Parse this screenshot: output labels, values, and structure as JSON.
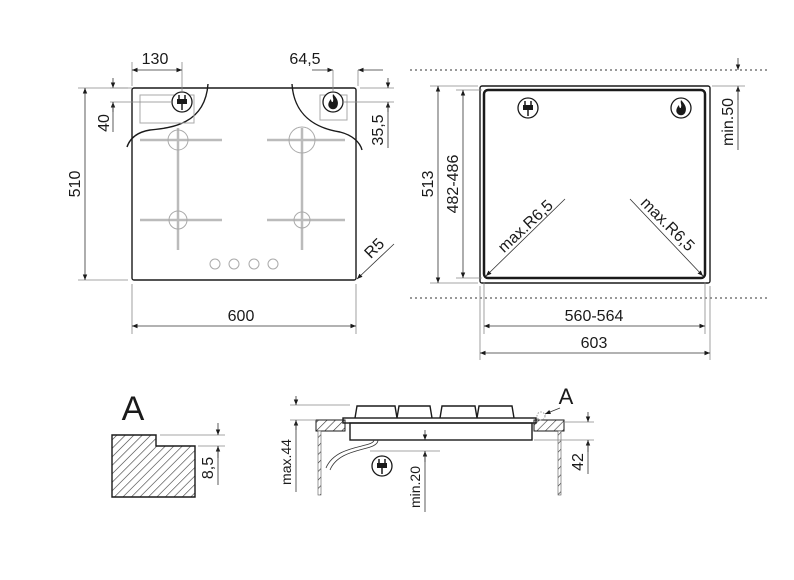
{
  "top_view": {
    "width": "600",
    "depth": "510",
    "plug_offset_x": "130",
    "plug_offset_y": "40",
    "gas_offset_x": "64,5",
    "gas_offset_y": "35,5",
    "corner_radius": "R5",
    "icons": [
      "plug-icon",
      "flame-icon"
    ]
  },
  "cutout_view": {
    "outer_depth": "513",
    "cutout_depth": "482-486",
    "min_wall_distance": "min.50",
    "cutout_width": "560-564",
    "outer_width": "603",
    "corner_radius_left": "max.R6,5",
    "corner_radius_right": "max.R6,5"
  },
  "detail_a": {
    "label": "A",
    "step_height": "8,5"
  },
  "side_view": {
    "detail_marker": "A",
    "max_height": "max.44",
    "min_clearance": "min.20",
    "body_height": "42"
  }
}
